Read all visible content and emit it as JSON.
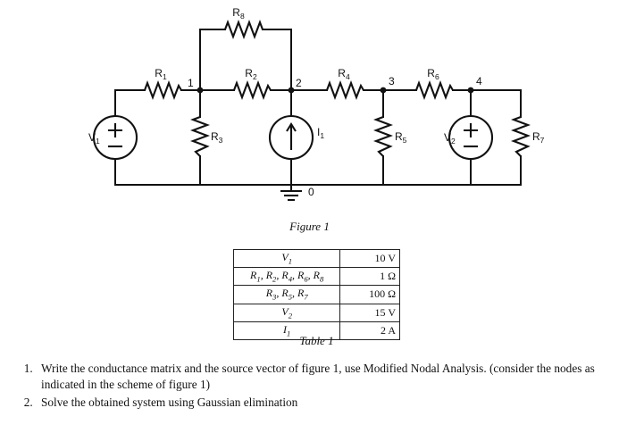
{
  "figure": {
    "caption": "Figure 1",
    "nodes": [
      {
        "id": "n1",
        "label": "1"
      },
      {
        "id": "n2",
        "label": "2"
      },
      {
        "id": "n3",
        "label": "3"
      },
      {
        "id": "n4",
        "label": "4"
      },
      {
        "id": "n0",
        "label": "0"
      }
    ],
    "components": [
      {
        "id": "R1",
        "base": "R",
        "sub": "1",
        "kind": "resistor"
      },
      {
        "id": "R2",
        "base": "R",
        "sub": "2",
        "kind": "resistor"
      },
      {
        "id": "R3",
        "base": "R",
        "sub": "3",
        "kind": "resistor"
      },
      {
        "id": "R4",
        "base": "R",
        "sub": "4",
        "kind": "resistor"
      },
      {
        "id": "R5",
        "base": "R",
        "sub": "5",
        "kind": "resistor"
      },
      {
        "id": "R6",
        "base": "R",
        "sub": "6",
        "kind": "resistor"
      },
      {
        "id": "R7",
        "base": "R",
        "sub": "7",
        "kind": "resistor"
      },
      {
        "id": "R8",
        "base": "R",
        "sub": "8",
        "kind": "resistor"
      },
      {
        "id": "V1",
        "base": "V",
        "sub": "1",
        "kind": "voltage-source"
      },
      {
        "id": "V2",
        "base": "V",
        "sub": "2",
        "kind": "voltage-source"
      },
      {
        "id": "I1",
        "base": "I",
        "sub": "1",
        "kind": "current-source"
      }
    ],
    "source_polarity": {
      "plus": "+",
      "minus": "−"
    }
  },
  "table": {
    "caption": "Table 1",
    "rows": [
      {
        "symbol_html": "<i>V</i><sub>1</sub>",
        "value": "10 V"
      },
      {
        "symbol_html": "<i>R</i><sub>1</sub>, <i>R</i><sub>2</sub>, <i>R</i><sub>4</sub>, <i>R</i><sub>6</sub>, <i>R</i><sub>8</sub>",
        "value": "1 Ω"
      },
      {
        "symbol_html": "<i>R</i><sub>3</sub>, <i>R</i><sub>5</sub>, <i>R</i><sub>7</sub>",
        "value": "100 Ω"
      },
      {
        "symbol_html": "<i>V</i><sub>2</sub>",
        "value": "15 V"
      },
      {
        "symbol_html": "<i>I</i><sub>1</sub>",
        "value": "2 A"
      }
    ]
  },
  "questions": [
    "Write the conductance matrix and the source vector of figure 1, use Modified Nodal Analysis. (consider the nodes as indicated in the scheme of figure 1)",
    "Solve the obtained system using Gaussian elimination"
  ],
  "colors": {
    "ink": "#111111",
    "background": "#ffffff"
  }
}
